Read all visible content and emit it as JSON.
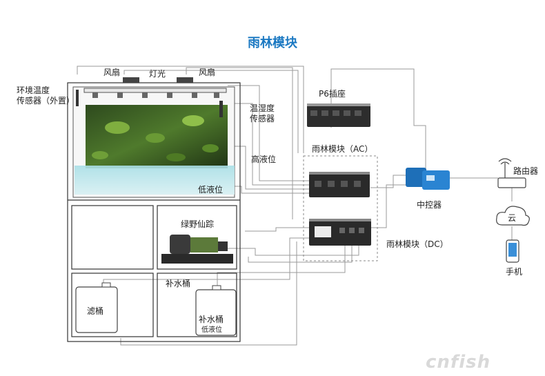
{
  "title": "雨林模块",
  "labels": {
    "fan_left": "风扇",
    "light": "灯光",
    "fan_right": "风扇",
    "env_sensor_line1": "环境温度",
    "env_sensor_line2": "传感器（外置）",
    "humidity_sensor_line1": "温湿度",
    "humidity_sensor_line2": "传感器",
    "high_level": "高液位",
    "low_level": "低液位",
    "p6_socket": "P6插座",
    "module_ac": "雨林模块（AC）",
    "module_dc": "雨林模块（DC）",
    "controller": "中控器",
    "router": "路由器",
    "cloud": "云",
    "phone": "手机",
    "mist_pump": "绿野仙踪",
    "filter_bucket": "滤桶",
    "refill_bucket_top": "补水桶",
    "refill_bucket_inner": "补水桶",
    "refill_low_level": "低液位"
  },
  "watermark": "cnfish"
}
